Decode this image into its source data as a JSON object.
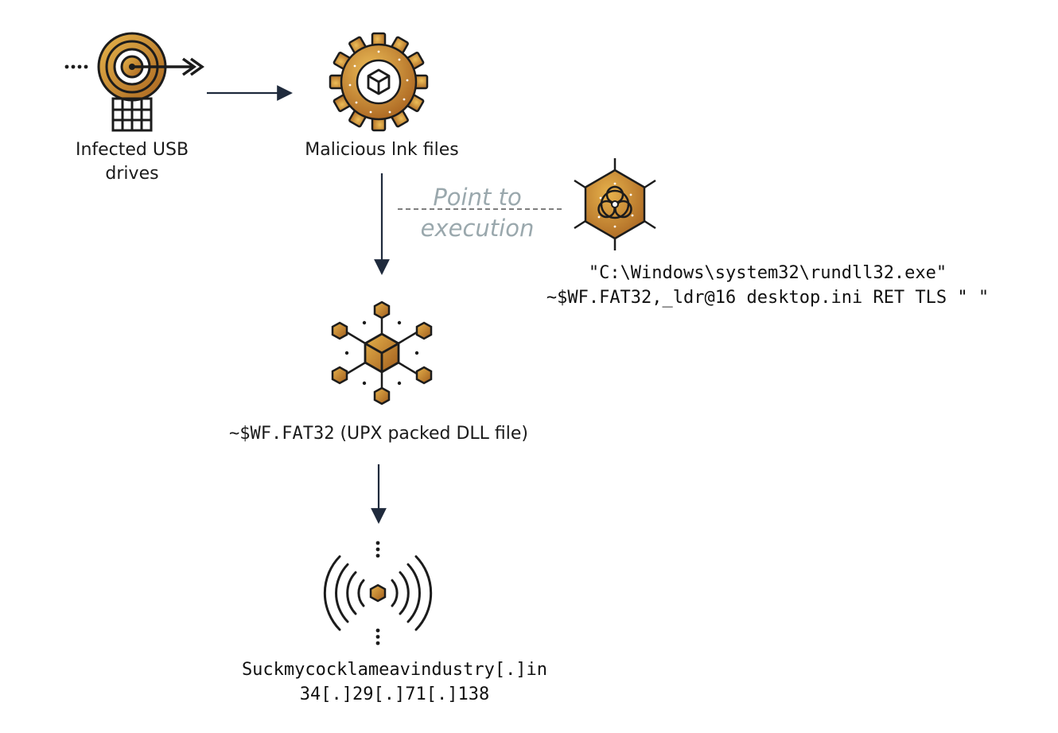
{
  "nodes": {
    "usb": {
      "line1": "Infected USB",
      "line2": "drives",
      "icon": "target-usb-icon"
    },
    "lnk": {
      "label": "Malicious lnk files",
      "icon": "gear-cube-icon"
    },
    "dll": {
      "label_mono": "~$WF.FAT32",
      "label_rest": " (UPX packed DLL file)",
      "icon": "hexagon-network-icon"
    },
    "c2": {
      "line1": "Suckmycocklameavindustry[.]in",
      "line2": "34[.]29[.]71[.]138",
      "icon": "wireless-signal-icon"
    },
    "payload": {
      "icon": "biohazard-hexagon-icon"
    }
  },
  "annotation": {
    "line1": "Point to",
    "line2": "execution"
  },
  "command": {
    "line1": "\"C:\\Windows\\system32\\rundll32.exe\"",
    "line2": "~$WF.FAT32,_ldr@16 desktop.ini RET TLS \" \""
  },
  "colors": {
    "gold_light": "#e3b04a",
    "gold_dark": "#a9641f",
    "outline": "#1c1c1c",
    "arrow": "#1f2a3c",
    "annotation": "#9aa8ad"
  }
}
